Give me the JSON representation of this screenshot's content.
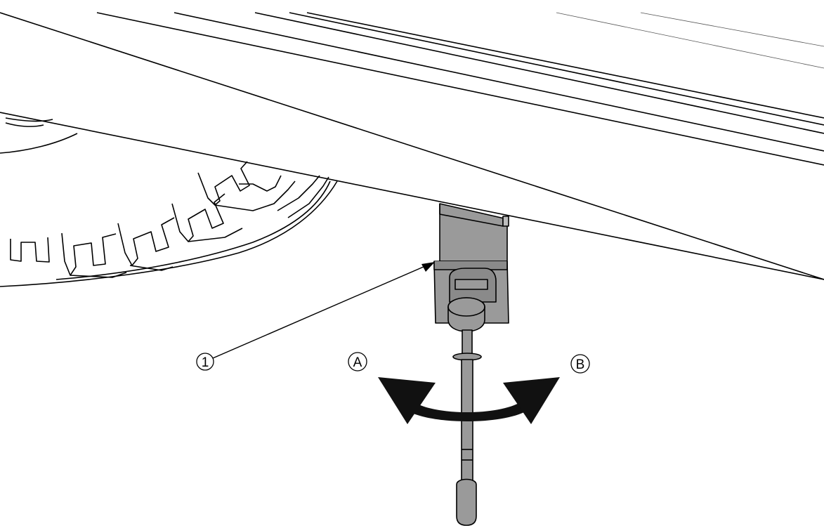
{
  "callouts": {
    "part_1": "1",
    "direction_a": "A",
    "direction_b": "B"
  },
  "colors": {
    "line": "#000000",
    "metal_fill": "#9a9a9a",
    "metal_dark": "#7c7c7c",
    "arrow_fill": "#111111",
    "background": "#ffffff"
  },
  "icons": {
    "rotation_arrow": "double-headed-curved-arrow-icon",
    "leader_arrow": "leader-arrow-icon"
  }
}
